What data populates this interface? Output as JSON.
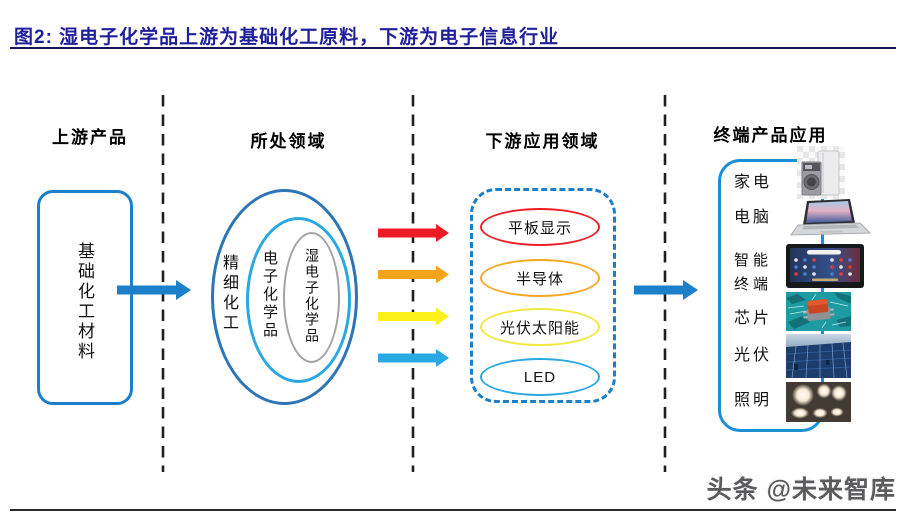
{
  "figure": {
    "title": "图2:  湿电子化学品上游为基础化工原料，下游为电子信息行业"
  },
  "columns": {
    "upstream": {
      "header": "上游产品",
      "box_label": "基础化工材料",
      "box_border_color": "#1b7fc9"
    },
    "field": {
      "header": "所处领域",
      "rings": [
        {
          "label": "精细化工",
          "border_color": "#2e75b6"
        },
        {
          "label": "电子化学品",
          "border_color": "#2aa8e0"
        },
        {
          "label": "湿电子化学品",
          "border_color": "#a3a3a3"
        }
      ]
    },
    "downstream": {
      "header": "下游应用领域",
      "box_border_color": "#1b7fc9",
      "items": [
        {
          "label": "平板显示",
          "border_color": "#ec1c24"
        },
        {
          "label": "半导体",
          "border_color": "#f5a623"
        },
        {
          "label": "光伏太阳能",
          "border_color": "#f2e73c"
        },
        {
          "label": "LED",
          "border_color": "#29a9e1"
        }
      ]
    },
    "terminal": {
      "header": "终端产品应用",
      "box_border_color": "#1b8fd2",
      "items": [
        {
          "label": "家电",
          "icon": "appliances-image"
        },
        {
          "label": "电脑",
          "icon": "laptop-image"
        },
        {
          "label": "智能终端",
          "icon": "tablet-image"
        },
        {
          "label": "芯片",
          "icon": "chip-image"
        },
        {
          "label": "光伏",
          "icon": "solar-panels-image"
        },
        {
          "label": "照明",
          "icon": "light-bulbs-image"
        }
      ]
    }
  },
  "arrows": {
    "upstream_to_field_color": "#1b7fc9",
    "field_to_downstream_colors": [
      "#ec1c24",
      "#f2a51a",
      "#fdf01a",
      "#29a9e1"
    ],
    "downstream_to_terminal_color": "#1b7fc9"
  },
  "divider_color": "#1f1f1f",
  "watermark": "头条 @未来智库",
  "colors": {
    "title_text": "#20209b",
    "title_rule": "#15155e",
    "bottom_rule": "#2b2b2b"
  }
}
